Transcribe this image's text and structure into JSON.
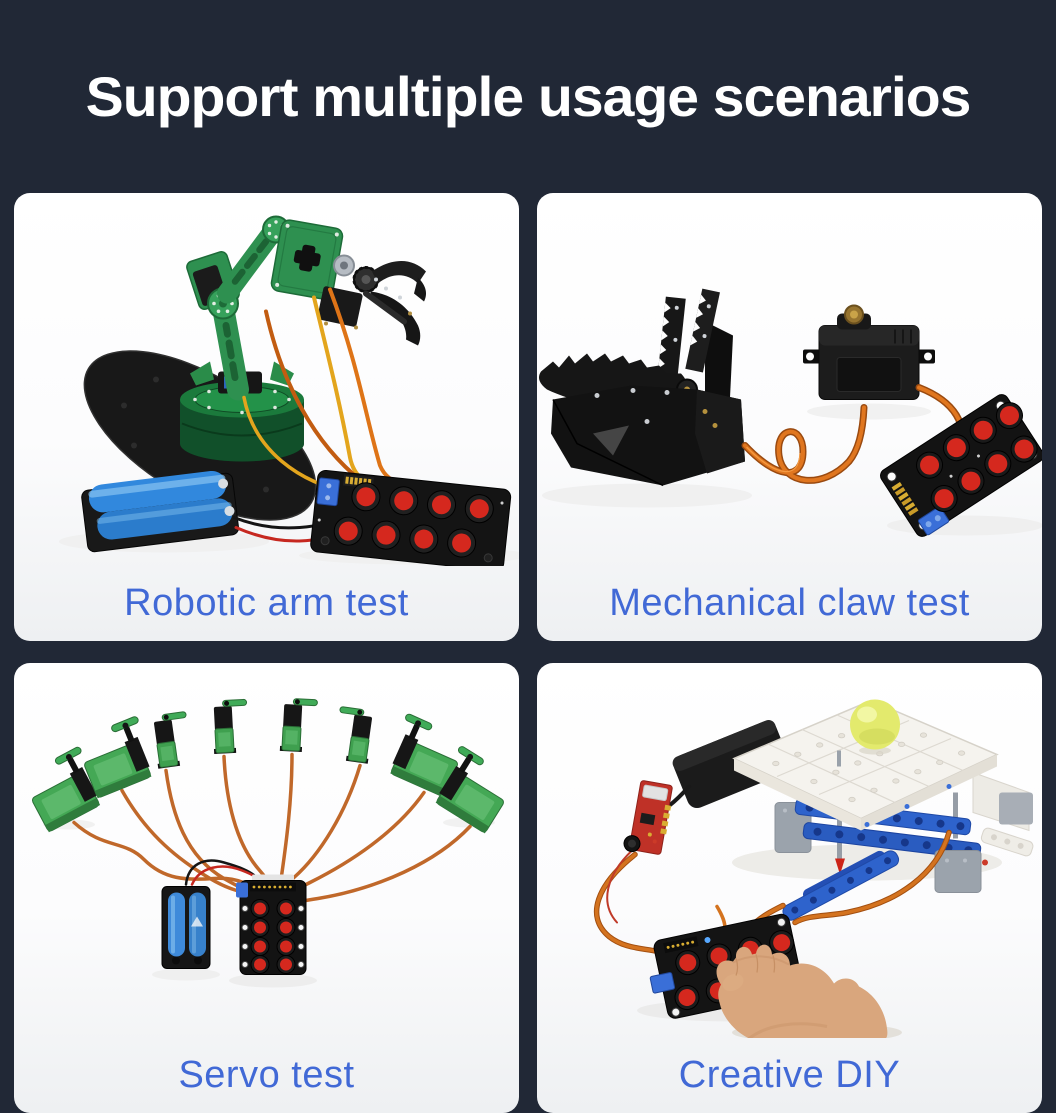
{
  "header": {
    "title": "Support multiple usage scenarios"
  },
  "theme": {
    "background_color": "#212836",
    "card_color": "#ffffff",
    "card_bottom_tint": "#eef0f2",
    "title_color": "#ffffff",
    "caption_color": "#4169d6",
    "servo_wire_orange": "#d4731f",
    "knob_red": "#d5281e",
    "servo_green": "#3fa04f",
    "arm_green": "#2e9050",
    "beam_blue": "#2e63cc",
    "battery_blue": "#3e8ada",
    "pcb_black": "#141414"
  },
  "cards": [
    {
      "id": "robotic-arm-test",
      "caption": "Robotic arm test",
      "photo": "robotic-arm-kit"
    },
    {
      "id": "mechanical-claw-test",
      "caption": "Mechanical claw test",
      "photo": "mechanical-claw-kit"
    },
    {
      "id": "servo-test",
      "caption": "Servo test",
      "photo": "eight-servo-fan"
    },
    {
      "id": "creative-diy",
      "caption": "Creative DIY",
      "photo": "brick-table-diy"
    }
  ]
}
